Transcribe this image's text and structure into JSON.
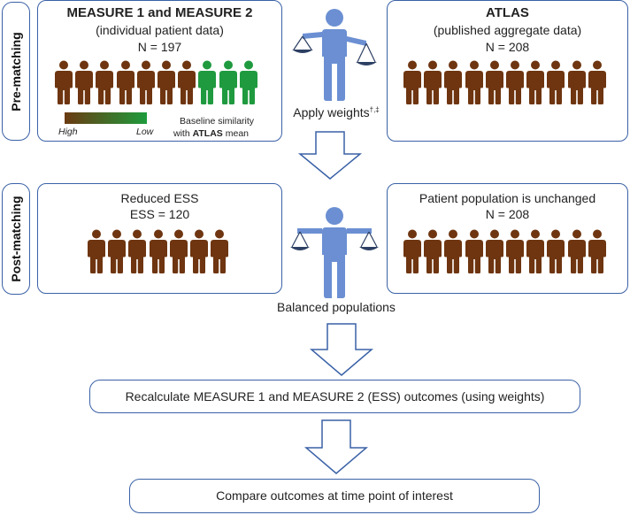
{
  "side_labels": {
    "pre": "Pre-matching",
    "post": "Post-matching"
  },
  "measure_box": {
    "title": "MEASURE 1 and MEASURE 2",
    "subtitle": "(individual patient data)",
    "n": "N = 197",
    "figures_total": 10,
    "figures_green": 3,
    "legend": {
      "high": "High",
      "low": "Low",
      "line1": "Baseline similarity",
      "line2_prefix": "with ",
      "line2_bold": "ATLAS",
      "line2_suffix": " mean"
    }
  },
  "atlas_box": {
    "title": "ATLAS",
    "subtitle": "(published aggregate data)",
    "n": "N = 208",
    "figures_total": 10
  },
  "apply_weights": {
    "label": "Apply weights",
    "superscript": "†,‡"
  },
  "reduced_box": {
    "title": "Reduced ESS",
    "ess": "ESS = 120",
    "figures_total": 7
  },
  "unchanged_box": {
    "title": "Patient population is unchanged",
    "n": "N = 208",
    "figures_total": 10
  },
  "balanced_label": "Balanced populations",
  "recalc_box": "Recalculate MEASURE 1 and MEASURE 2 (ESS) outcomes (using weights)",
  "compare_box": "Compare outcomes at time point of interest",
  "colors": {
    "border": "#3a61a6",
    "brown": "#6e3510",
    "green": "#1f9a3f",
    "scale_figure": "#6b8fd2",
    "scale_dark": "#2d3f63"
  }
}
